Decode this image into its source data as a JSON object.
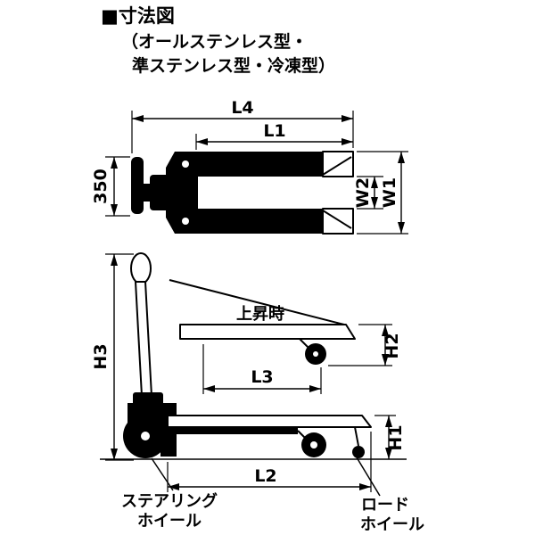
{
  "title": "■寸法図",
  "subtitle": {
    "line1": "（オールステンレス型・",
    "line2": "準ステンレス型・冷凍型）"
  },
  "top_view": {
    "dim_L4": "L4",
    "dim_L1": "L1",
    "dim_350": "350",
    "dim_W2": "W2",
    "dim_W1": "W1"
  },
  "side_view": {
    "dim_H3": "H3",
    "dim_H2": "H2",
    "dim_H1": "H1",
    "dim_L3": "L3",
    "dim_L2": "L2",
    "raised_label": "上昇時",
    "steering_wheel_line1": "ステアリング",
    "steering_wheel_line2": "ホイール",
    "load_wheel_line1": "ロード",
    "load_wheel_line2": "ホイール"
  },
  "colors": {
    "ink": "#000000",
    "background": "#ffffff"
  }
}
